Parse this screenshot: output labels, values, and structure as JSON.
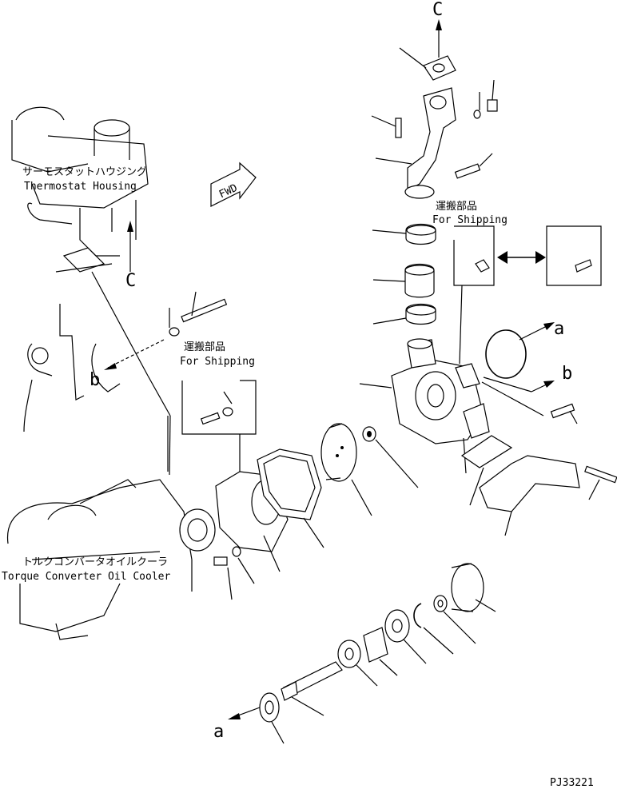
{
  "labels": {
    "thermostat_jp": "サーモスタットハウジング",
    "thermostat_en": "Thermostat Housing",
    "shipping_jp_top": "運搬部品",
    "shipping_en_top": "For Shipping",
    "shipping_jp_mid": "運搬部品",
    "shipping_en_mid": "For Shipping",
    "torque_jp": "トルクコンバータオイルクーラ",
    "torque_en": "Torque Converter Oil Cooler",
    "fwd": "FWD",
    "ref_c_top": "C",
    "ref_c_left": "C",
    "ref_a_right": "a",
    "ref_b_right": "b",
    "ref_b_left": "b",
    "ref_a_bottom": "a",
    "drawing_code": "PJ33221"
  }
}
